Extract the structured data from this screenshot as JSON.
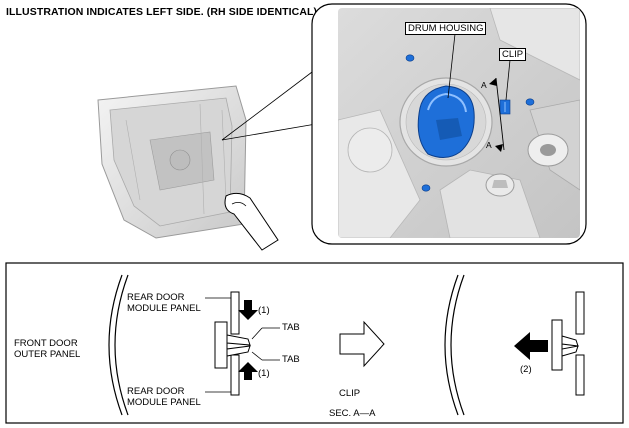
{
  "title": "ILLUSTRATION INDICATES LEFT SIDE. (RH SIDE IDENTICAL)",
  "top_view": {
    "drum_housing_label": "DRUM HOUSING",
    "clip_label": "CLIP",
    "section_mark": "A"
  },
  "section_view": {
    "front_door_outer_panel": "FRONT DOOR\nOUTER PANEL",
    "rear_door_module_panel_top": "REAR DOOR\nMODULE PANEL",
    "rear_door_module_panel_bottom": "REAR DOOR\nMODULE PANEL",
    "tab_upper": "TAB",
    "tab_lower": "TAB",
    "step1_upper": "(1)",
    "step1_lower": "(1)",
    "step2": "(2)",
    "clip_label": "CLIP",
    "section_label": "SEC. A—A"
  },
  "colors": {
    "drum_housing": "#1e6fd9",
    "panel_gray": "#d9d9d9"
  }
}
